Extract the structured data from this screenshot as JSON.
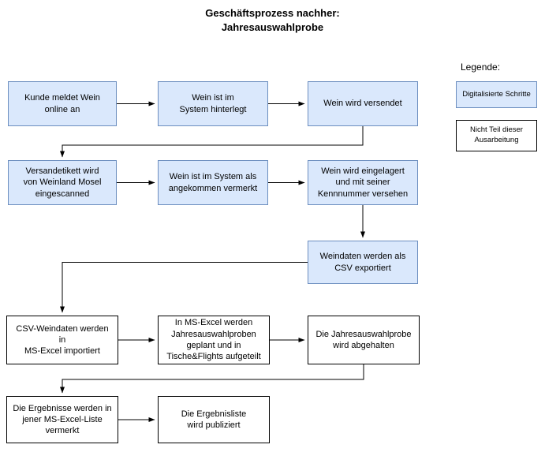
{
  "title": "Geschäftsprozess nachher:\nJahresauswahlprobe",
  "legend": {
    "heading": "Legende:",
    "items": [
      {
        "label": "Digitalisierte Schritte",
        "type": "digital"
      },
      {
        "label": "Nicht Teil dieser\nAusarbeitung",
        "type": "manual"
      }
    ]
  },
  "colors": {
    "digital_fill": "#dae8fc",
    "digital_border": "#6c8ebf",
    "manual_fill": "#ffffff",
    "manual_border": "#000000",
    "arrow": "#000000"
  },
  "nodes": [
    {
      "label": "Kunde meldet Wein\nonline an",
      "type": "digital"
    },
    {
      "label": "Wein ist im\nSystem hinterlegt",
      "type": "digital"
    },
    {
      "label": "Wein wird versendet",
      "type": "digital"
    },
    {
      "label": "Versandetikett wird\nvon Weinland Mosel\neingescanned",
      "type": "digital"
    },
    {
      "label": "Wein ist im System als\nangekommen vermerkt",
      "type": "digital"
    },
    {
      "label": "Wein wird eingelagert\nund mit seiner\nKennnummer versehen",
      "type": "digital"
    },
    {
      "label": "Weindaten werden als\nCSV exportiert",
      "type": "digital"
    },
    {
      "label": "CSV-Weindaten werden\nin\nMS-Excel importiert",
      "type": "manual"
    },
    {
      "label": "In MS-Excel werden\nJahresauswahlproben\ngeplant und in\nTische&Flights aufgeteilt",
      "type": "manual"
    },
    {
      "label": "Die Jahresauswahlprobe\nwird abgehalten",
      "type": "manual"
    },
    {
      "label": "Die Ergebnisse werden in\njener MS-Excel-Liste\nvermerkt",
      "type": "manual"
    },
    {
      "label": "Die Ergebnisliste\nwird publiziert",
      "type": "manual"
    }
  ]
}
